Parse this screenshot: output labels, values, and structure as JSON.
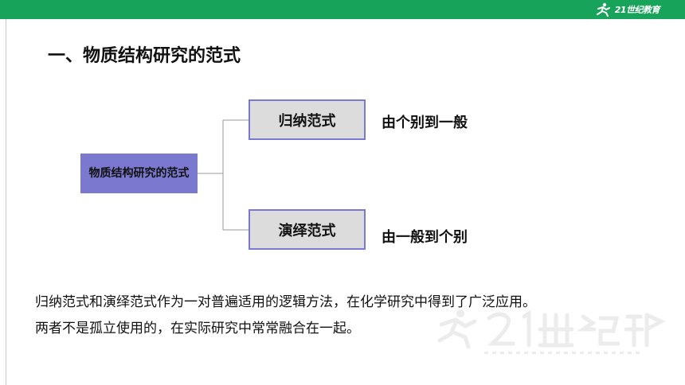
{
  "brand": {
    "logo_text": "21世纪教育",
    "bar_color": "#17a35a",
    "icon": "runner-logo-icon"
  },
  "title": "一、物质结构研究的范式",
  "diagram": {
    "root": "物质结构研究的范式",
    "branches": [
      {
        "label": "归纳范式",
        "description": "由个别到一般"
      },
      {
        "label": "演绎范式",
        "description": "由一般到个别"
      }
    ],
    "root_color": "#7b78cf",
    "branch_fill": "#dcdcdc",
    "branch_border": "#7b78cf"
  },
  "paragraph": [
    "归纳范式和演绎范式作为一对普遍适用的逻辑方法，在化学研究中得到了广泛应用。",
    "两者不是孤立使用的，在实际研究中常常融合在一起。"
  ]
}
